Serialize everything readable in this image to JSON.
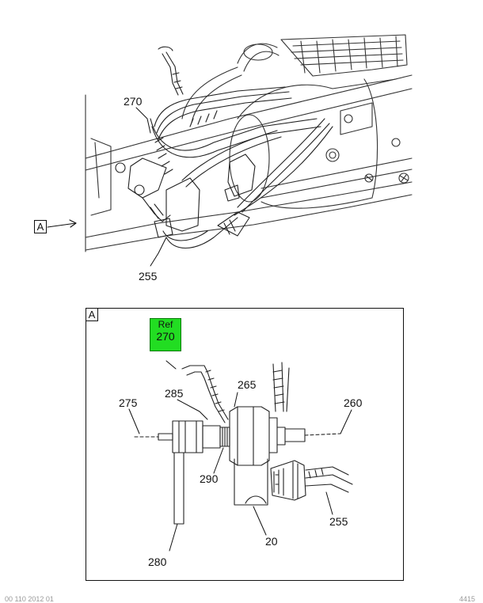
{
  "top_view": {
    "callouts": {
      "c270": "270",
      "c255": "255"
    },
    "view_label": "A"
  },
  "detail_view": {
    "frame_label": "A",
    "ref_box": {
      "ref_text": "Ref",
      "ref_number": "270",
      "color": "#22dd22"
    },
    "callouts": {
      "c285": "285",
      "c265": "265",
      "c275": "275",
      "c260": "260",
      "c290": "290",
      "c255": "255",
      "c20": "20",
      "c280": "280"
    }
  },
  "footer": {
    "left": "00 110 2012 01",
    "right": "4415"
  }
}
